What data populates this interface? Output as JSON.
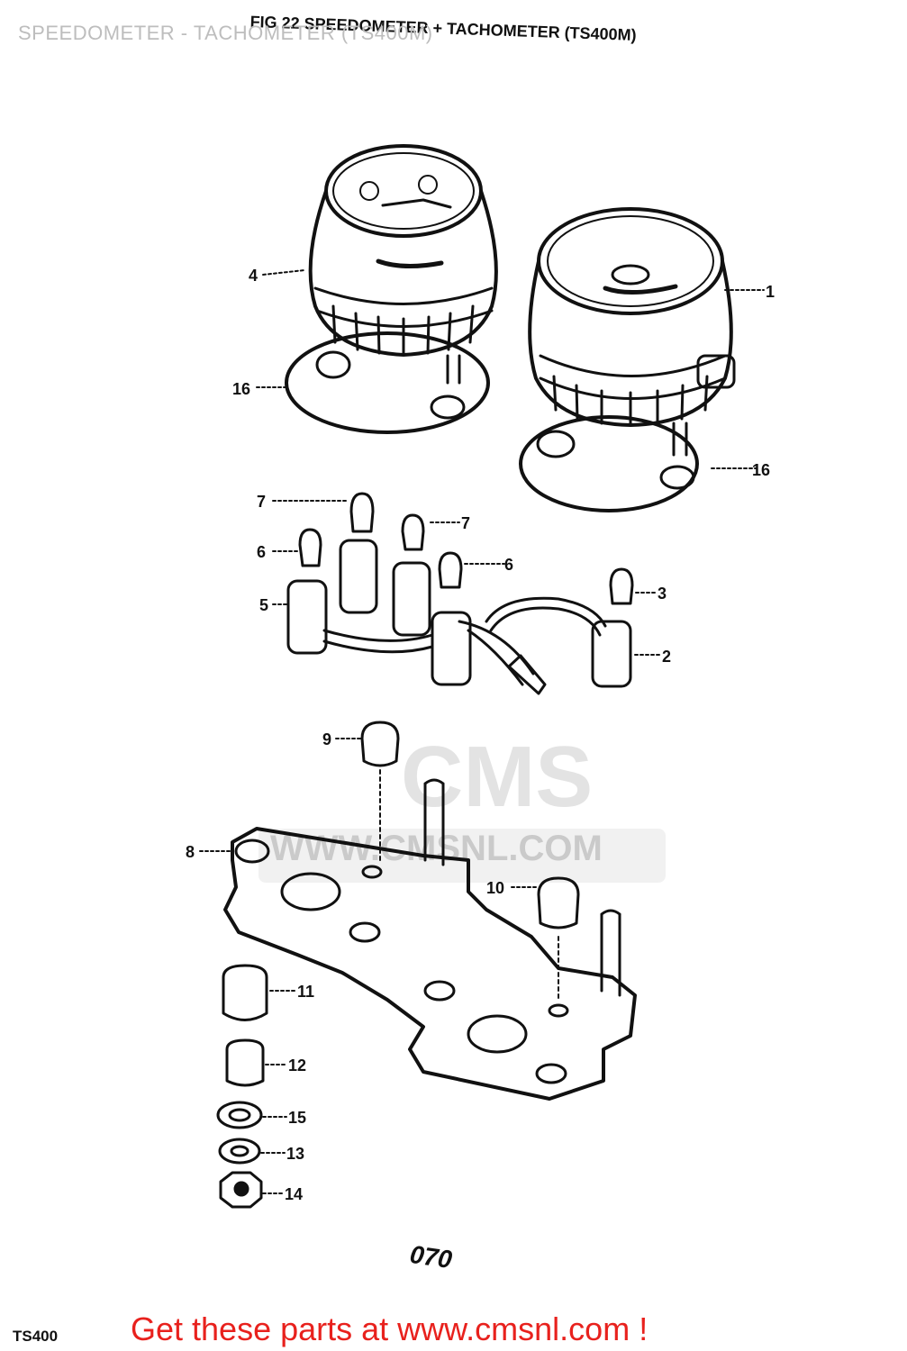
{
  "page_title": "SPEEDOMETER - TACHOMETER (TS400M)",
  "figure_title": "FIG 22 SPEEDOMETER + TACHOMETER (TS400M)",
  "watermark": {
    "logo": "CMS",
    "url": "WWW.CMSNL.COM"
  },
  "callouts": [
    "4",
    "1",
    "16",
    "16",
    "7",
    "7",
    "6",
    "6",
    "5",
    "3",
    "2",
    "9",
    "8",
    "10",
    "11",
    "12",
    "15",
    "13",
    "14"
  ],
  "page_number": "070",
  "model": "TS400",
  "footer": "Get these parts at www.cmsnl.com !"
}
